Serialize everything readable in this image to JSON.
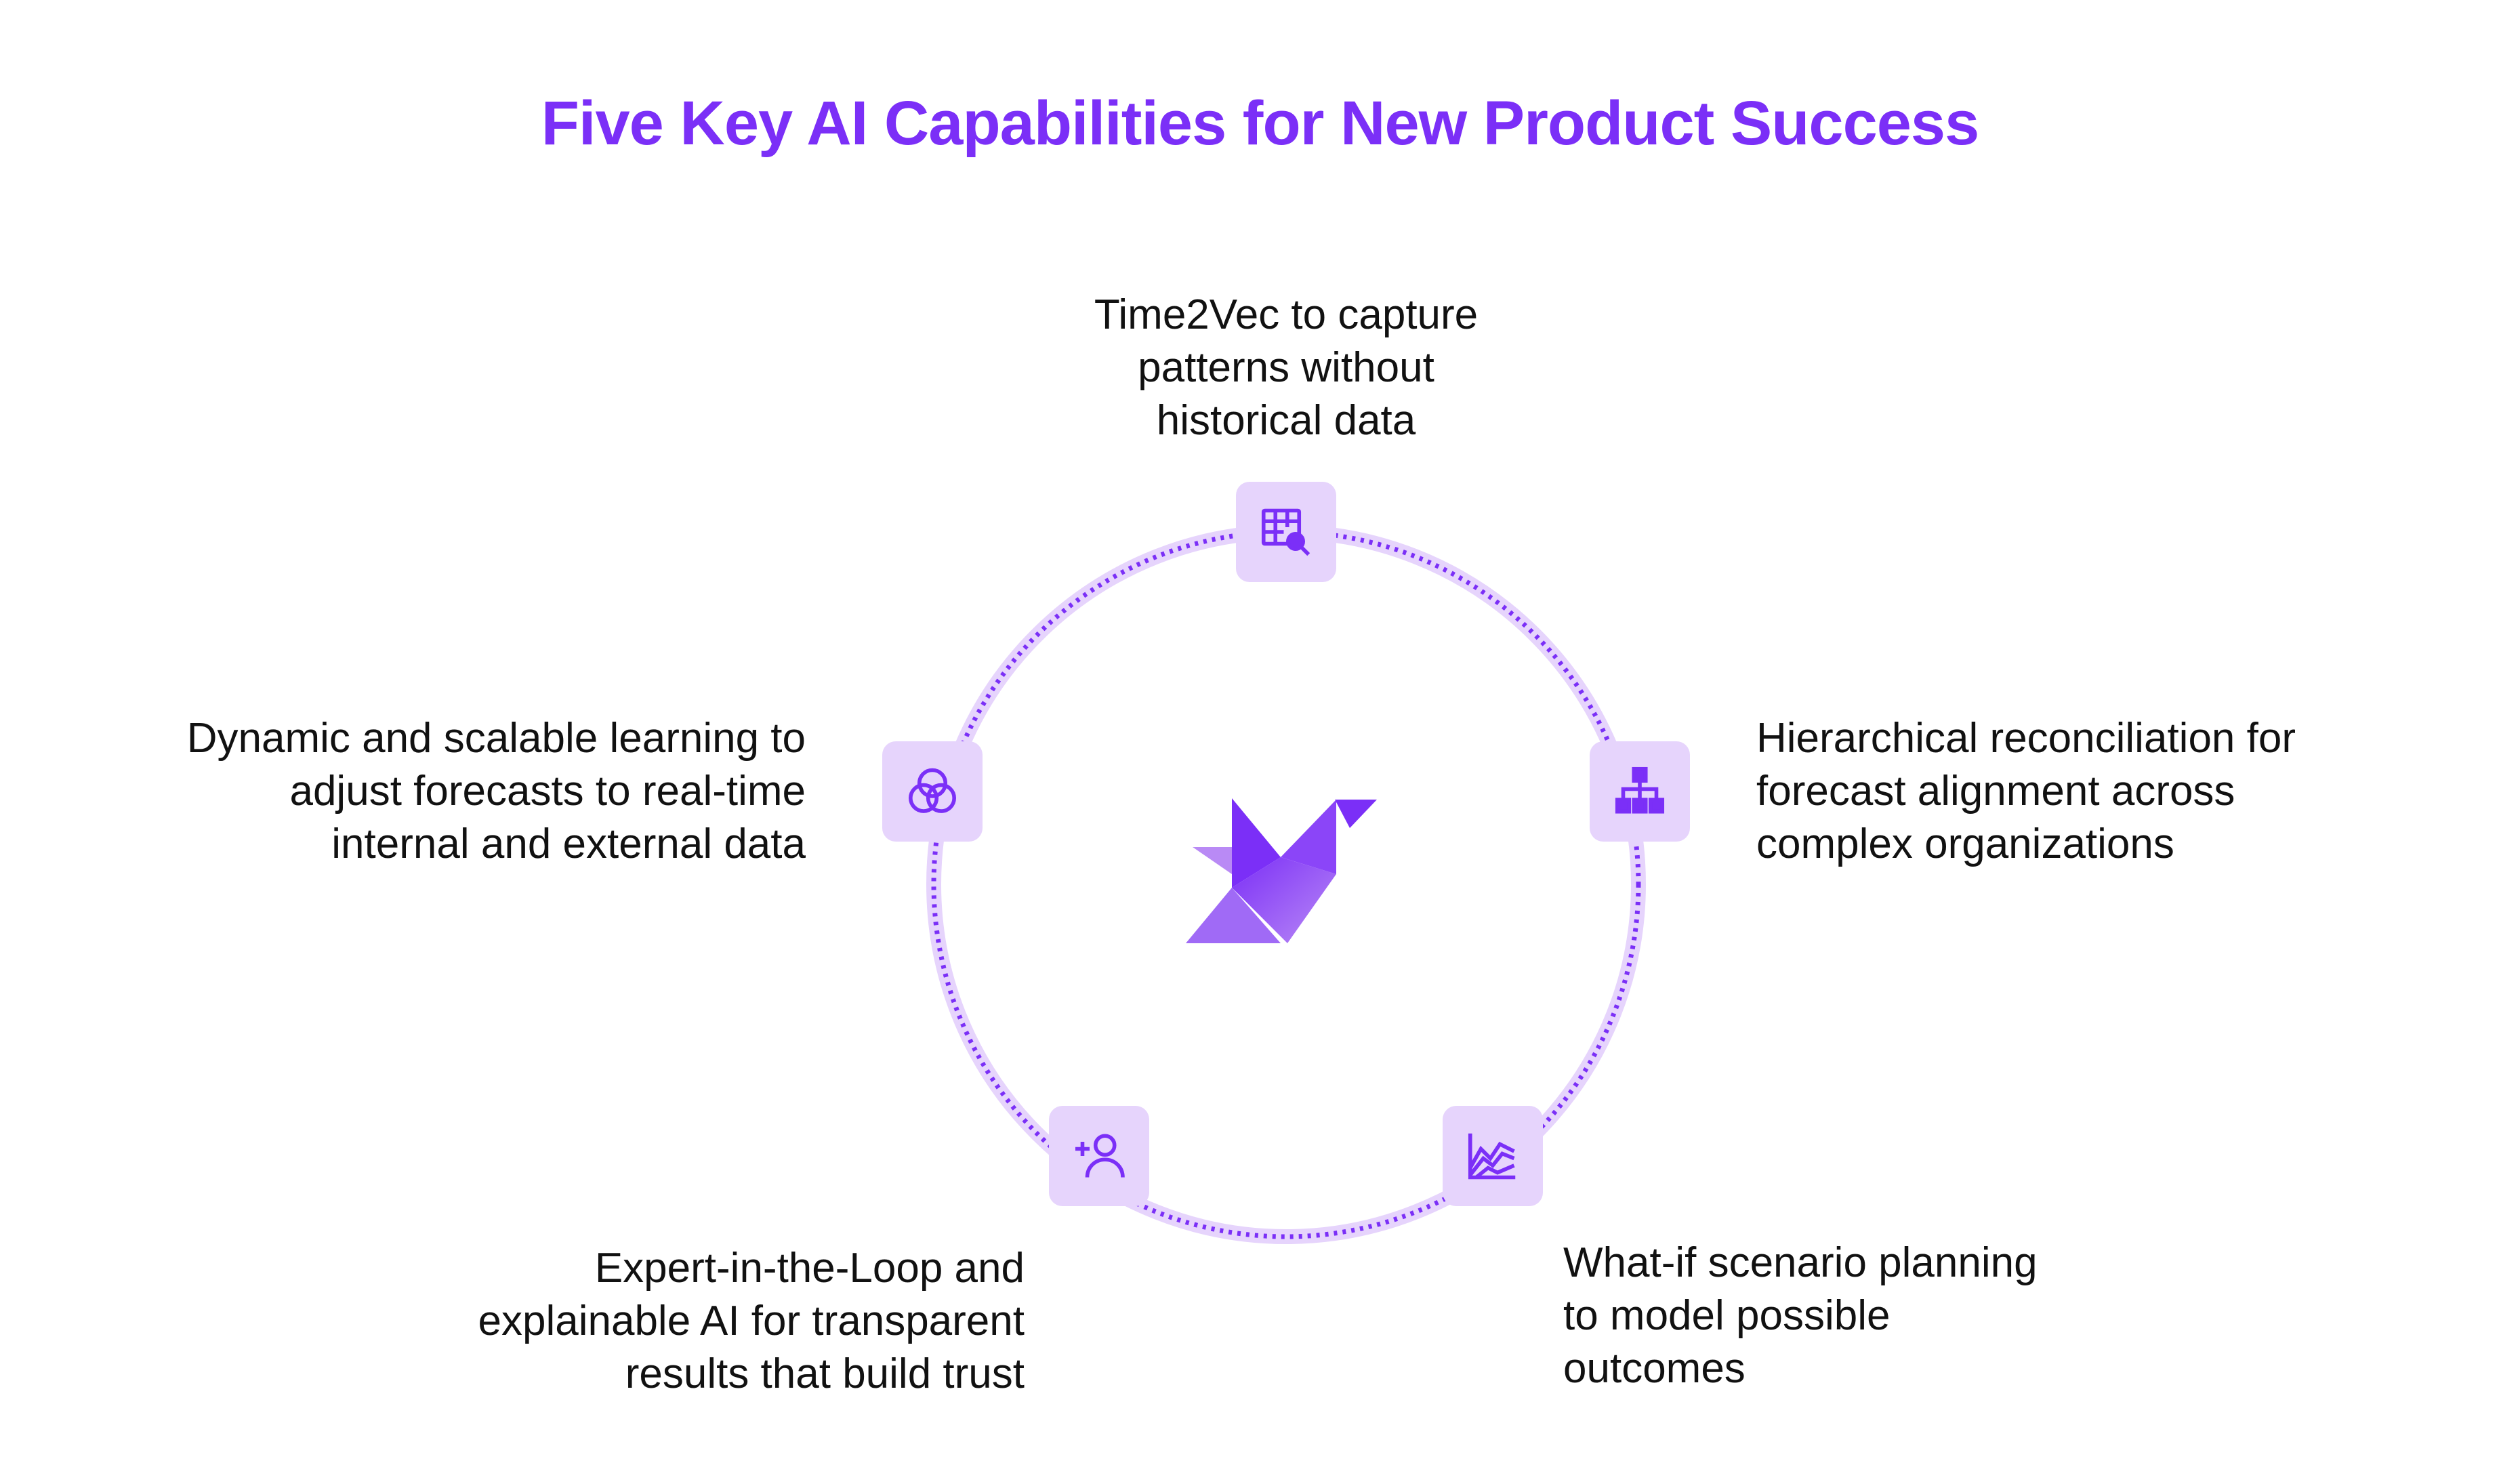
{
  "title": "Five Key AI Capabilities for New Product Success",
  "colors": {
    "accent": "#7b2ff7",
    "node_bg": "#e6d4fc",
    "ring": "#e6d4fc",
    "ring_dots": "#7b2ff7",
    "text": "#111111"
  },
  "center_logo": {
    "icon": "origami-bird-logo-icon"
  },
  "capabilities": [
    {
      "id": "time2vec",
      "icon": "table-search-icon",
      "lines": [
        "Time2Vec to capture",
        "patterns without",
        "historical data"
      ]
    },
    {
      "id": "hierarchical",
      "icon": "hierarchy-icon",
      "lines": [
        "Hierarchical reconciliation for",
        "forecast alignment across",
        "complex organizations"
      ]
    },
    {
      "id": "what-if",
      "icon": "line-chart-icon",
      "lines": [
        "What-if scenario planning",
        "to model possible",
        "outcomes"
      ]
    },
    {
      "id": "expert",
      "icon": "add-user-icon",
      "lines": [
        "Expert-in-the-Loop and",
        "explainable AI for transparent",
        "results that build trust"
      ]
    },
    {
      "id": "dynamic",
      "icon": "venn-circles-icon",
      "lines": [
        "Dynamic and scalable learning to",
        "adjust forecasts to real-time",
        "internal and external data"
      ]
    }
  ]
}
